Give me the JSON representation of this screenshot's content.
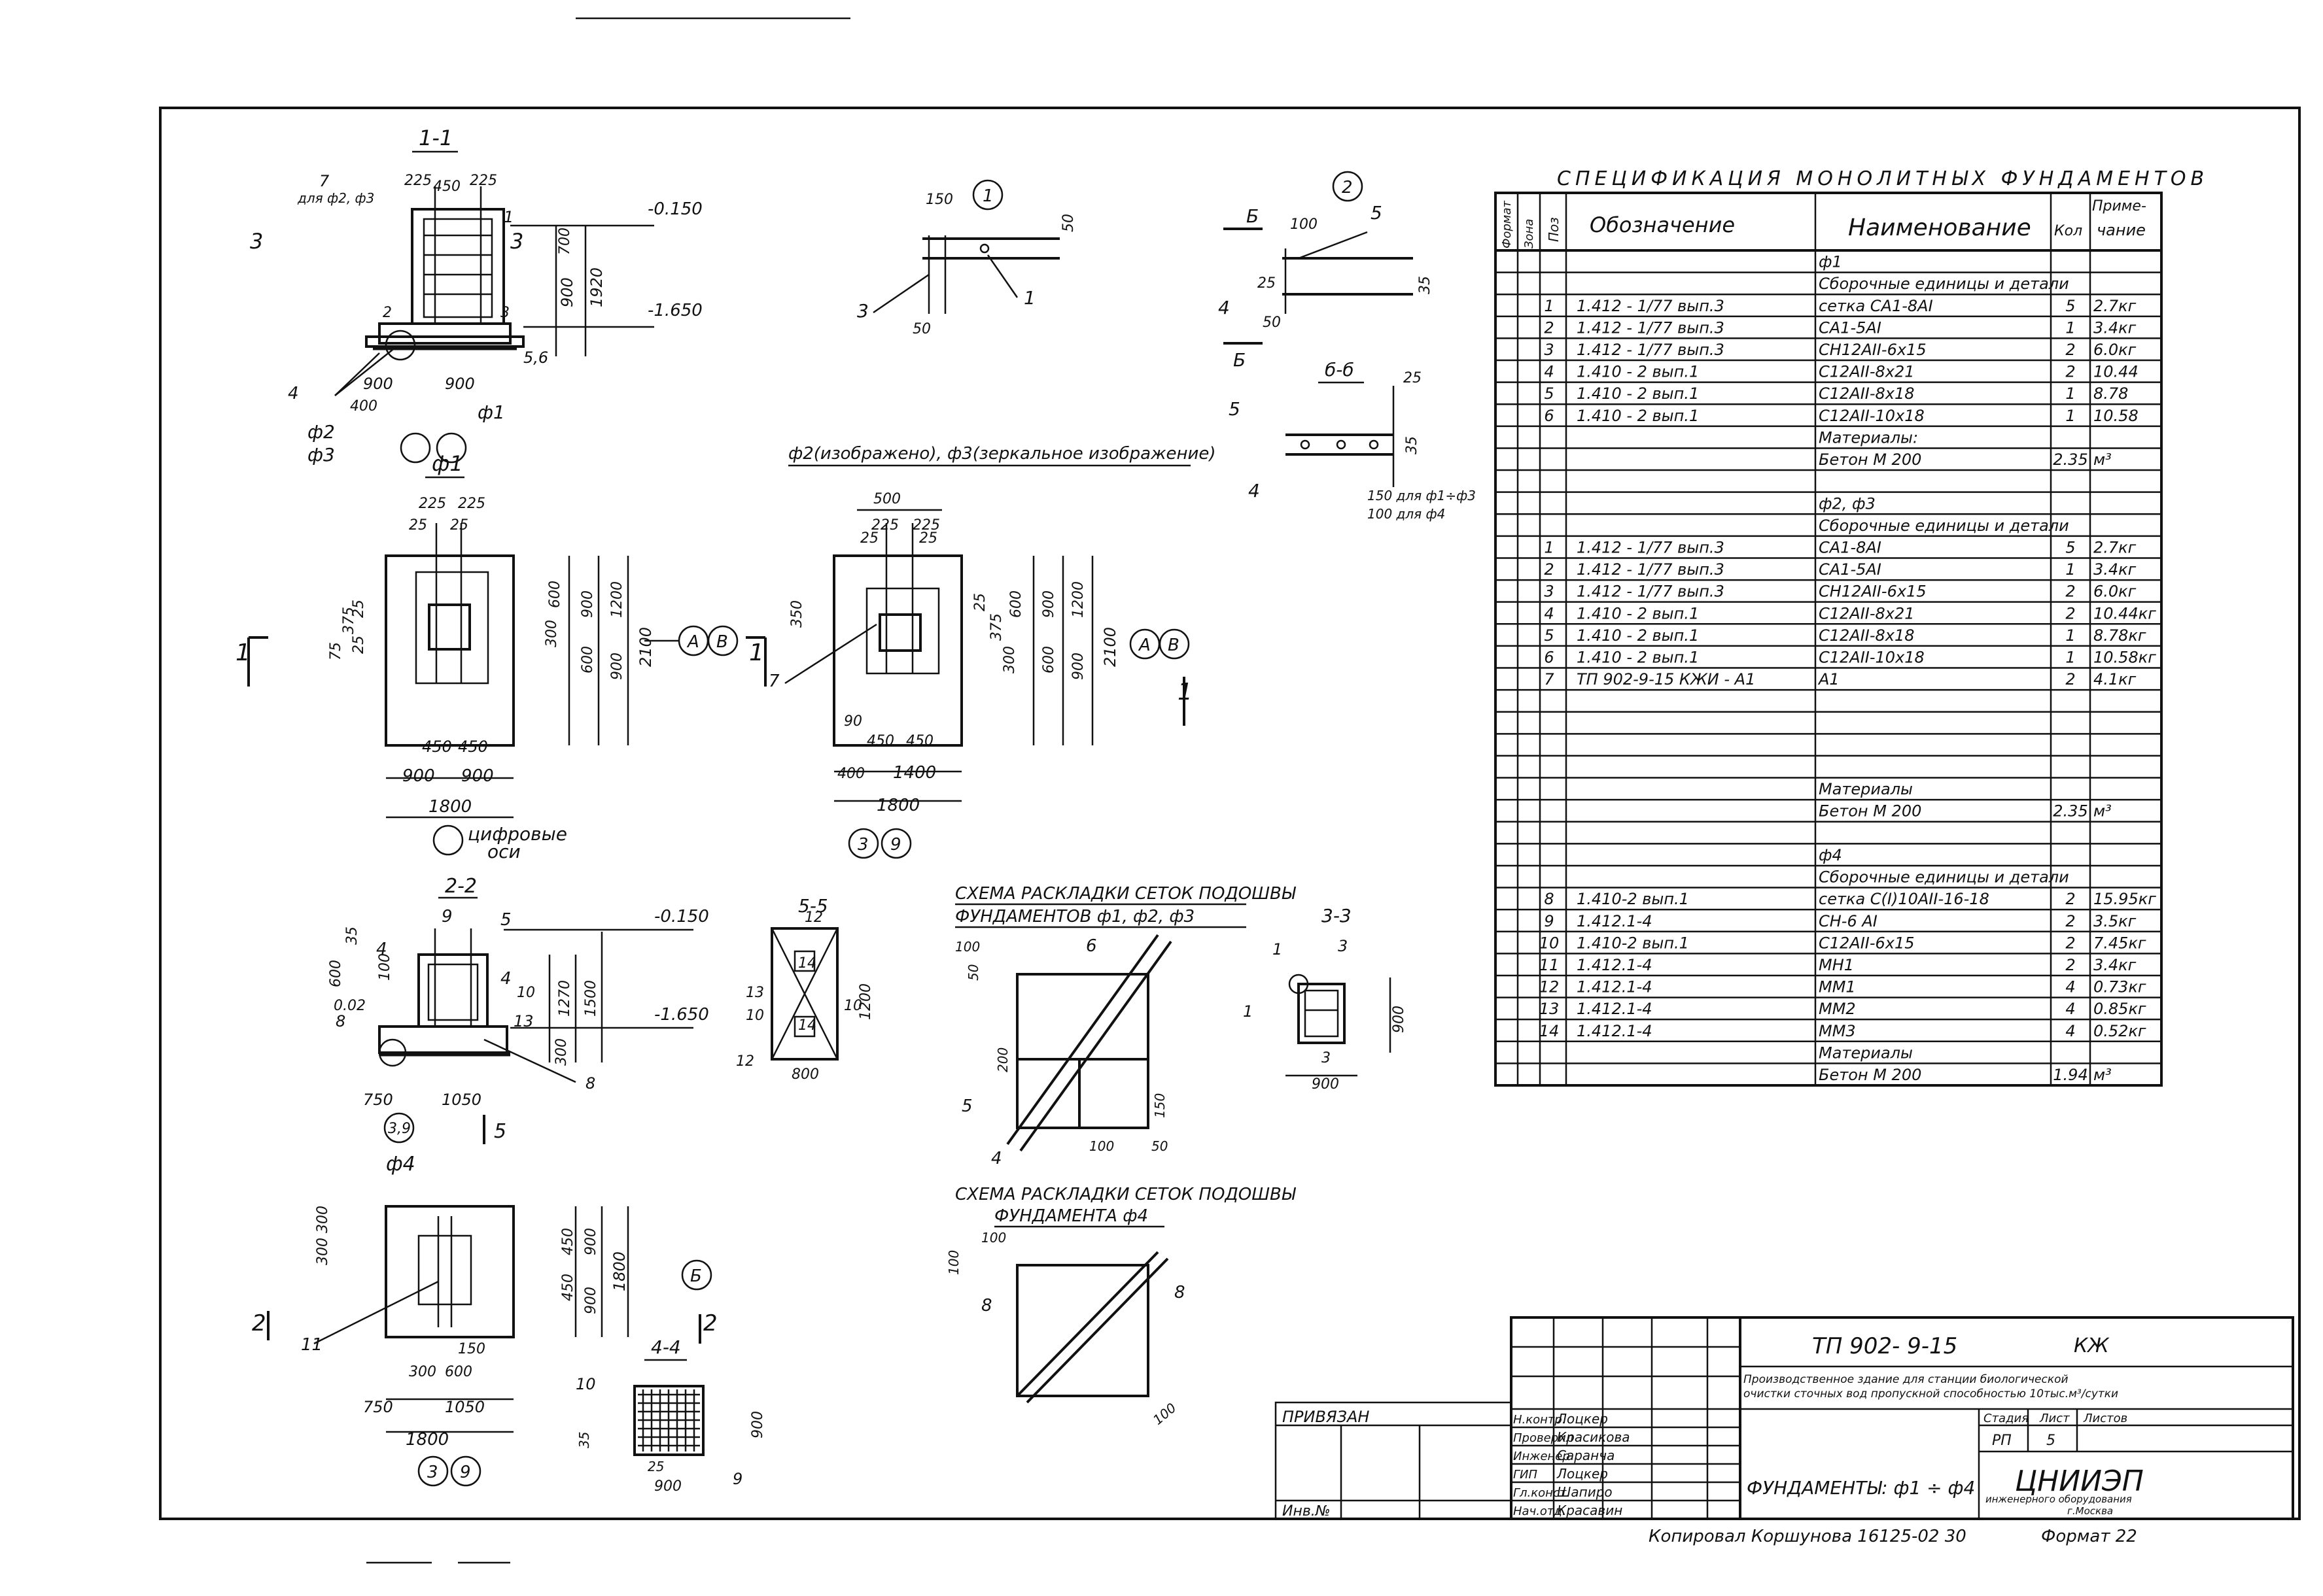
{
  "spec": {
    "title": "СПЕЦИФИКАЦИЯ МОНОЛИТНЫХ ФУНДАМЕНТОВ",
    "headers": {
      "format": "Формат",
      "zone": "Зона",
      "pos": "Поз",
      "designation": "Обозначение",
      "name": "Наименование",
      "qty": "Кол",
      "note": "Приме-\nчание"
    },
    "rows": [
      {
        "pos": "",
        "designation": "",
        "name": "ф1",
        "qty": "",
        "note": ""
      },
      {
        "pos": "",
        "designation": "",
        "name": "Сборочные единицы и детали",
        "qty": "",
        "note": ""
      },
      {
        "pos": "1",
        "designation": "1.412 - 1/77   вып.3",
        "name": "сетка   СА1-8АI",
        "qty": "5",
        "note": "2.7кг"
      },
      {
        "pos": "2",
        "designation": "1.412 - 1/77   вып.3",
        "name": "СА1-5АI",
        "qty": "1",
        "note": "3.4кг"
      },
      {
        "pos": "3",
        "designation": "1.412 - 1/77   вып.3",
        "name": "СН12АII-6х15",
        "qty": "2",
        "note": "6.0кг"
      },
      {
        "pos": "4",
        "designation": "1.410 - 2   вып.1",
        "name": "С12АII-8х21",
        "qty": "2",
        "note": "10.44"
      },
      {
        "pos": "5",
        "designation": "1.410 - 2   вып.1",
        "name": "С12АII-8х18",
        "qty": "1",
        "note": "8.78"
      },
      {
        "pos": "6",
        "designation": "1.410 - 2   вып.1",
        "name": "С12АII-10х18",
        "qty": "1",
        "note": "10.58"
      },
      {
        "pos": "",
        "designation": "",
        "name": "Материалы:",
        "qty": "",
        "note": ""
      },
      {
        "pos": "",
        "designation": "",
        "name": "Бетон  М 200",
        "qty": "2.35",
        "note": "м³"
      },
      {
        "pos": "",
        "designation": "",
        "name": "",
        "qty": "",
        "note": ""
      },
      {
        "pos": "",
        "designation": "",
        "name": "ф2, ф3",
        "qty": "",
        "note": ""
      },
      {
        "pos": "",
        "designation": "",
        "name": "Сборочные единицы и детали",
        "qty": "",
        "note": ""
      },
      {
        "pos": "1",
        "designation": "1.412 - 1/77   вып.3",
        "name": "СА1-8АI",
        "qty": "5",
        "note": "2.7кг"
      },
      {
        "pos": "2",
        "designation": "1.412 - 1/77   вып.3",
        "name": "СА1-5АI",
        "qty": "1",
        "note": "3.4кг"
      },
      {
        "pos": "3",
        "designation": "1.412 - 1/77   вып.3",
        "name": "СН12АII-6х15",
        "qty": "2",
        "note": "6.0кг"
      },
      {
        "pos": "4",
        "designation": "1.410 - 2   вып.1",
        "name": "С12АII-8х21",
        "qty": "2",
        "note": "10.44кг"
      },
      {
        "pos": "5",
        "designation": "1.410 - 2   вып.1",
        "name": "С12АII-8х18",
        "qty": "1",
        "note": "8.78кг"
      },
      {
        "pos": "6",
        "designation": "1.410 - 2   вып.1",
        "name": "С12АII-10х18",
        "qty": "1",
        "note": "10.58кг"
      },
      {
        "pos": "7",
        "designation": "ТП 902-9-15   КЖИ - А1",
        "name": "А1",
        "qty": "2",
        "note": "4.1кг"
      },
      {
        "pos": "",
        "designation": "",
        "name": "",
        "qty": "",
        "note": ""
      },
      {
        "pos": "",
        "designation": "",
        "name": "",
        "qty": "",
        "note": ""
      },
      {
        "pos": "",
        "designation": "",
        "name": "",
        "qty": "",
        "note": ""
      },
      {
        "pos": "",
        "designation": "",
        "name": "",
        "qty": "",
        "note": ""
      },
      {
        "pos": "",
        "designation": "",
        "name": "Материалы",
        "qty": "",
        "note": ""
      },
      {
        "pos": "",
        "designation": "",
        "name": "Бетон  М 200",
        "qty": "2.35",
        "note": "м³"
      },
      {
        "pos": "",
        "designation": "",
        "name": "",
        "qty": "",
        "note": ""
      },
      {
        "pos": "",
        "designation": "",
        "name": "ф4",
        "qty": "",
        "note": ""
      },
      {
        "pos": "",
        "designation": "",
        "name": "Сборочные единицы и детали",
        "qty": "",
        "note": ""
      },
      {
        "pos": "8",
        "designation": "1.410-2  вып.1",
        "name": "сетка   С(I)10АII-16-18",
        "qty": "2",
        "note": "15.95кг"
      },
      {
        "pos": "9",
        "designation": "1.412.1-4",
        "name": "СН-6 АI",
        "qty": "2",
        "note": "3.5кг"
      },
      {
        "pos": "10",
        "designation": "1.410-2  вып.1",
        "name": "С12АII-6х15",
        "qty": "2",
        "note": "7.45кг"
      },
      {
        "pos": "11",
        "designation": "1.412.1-4",
        "name": "МН1",
        "qty": "2",
        "note": "3.4кг"
      },
      {
        "pos": "12",
        "designation": "1.412.1-4",
        "name": "ММ1",
        "qty": "4",
        "note": "0.73кг"
      },
      {
        "pos": "13",
        "designation": "1.412.1-4",
        "name": "ММ2",
        "qty": "4",
        "note": "0.85кг"
      },
      {
        "pos": "14",
        "designation": "1.412.1-4",
        "name": "ММ3",
        "qty": "4",
        "note": "0.52кг"
      },
      {
        "pos": "",
        "designation": "",
        "name": "Материалы",
        "qty": "",
        "note": ""
      },
      {
        "pos": "",
        "designation": "",
        "name": "Бетон  М 200",
        "qty": "1.94",
        "note": "м³"
      }
    ]
  },
  "titleblock": {
    "code": "ТП 902- 9-15",
    "mark": "КЖ",
    "project": "Производственное здание для станции биологической очистки сточных вод пропускной способностью 10тыс.м³/сутки",
    "stage_label": "Стадия",
    "sheet_label": "Лист",
    "sheets_label": "Листов",
    "stage": "РП",
    "sheet": "5",
    "sheet_title": "ФУНДАМЕНТЫ: ф1 ÷ ф4",
    "org": "ЦНИИЭП",
    "org_sub": "инженерного оборудования г.Москва",
    "privyazan": "ПРИВЯЗАН",
    "inv": "Инв.№",
    "roles": [
      "Н.контр.",
      "Проверил",
      "Инженер",
      "ГИП",
      "Гл.конст.",
      "Нач.отд."
    ],
    "names": [
      "Лоцкер",
      "Красикова",
      "Саранча",
      "Лоцкер",
      "Шапиро",
      "Красавин"
    ],
    "footer": "Копировал  Коршунова  16125-02  30",
    "format": "Формат 22"
  },
  "drawing": {
    "sec11": "1-1",
    "sec22": "2-2",
    "sec33": "3-3",
    "sec44": "4-4",
    "sec55": "5-5",
    "sec66": "б-б",
    "f1": "ф1",
    "f4": "ф4",
    "f23": "ф2(изображено), ф3(зеркальное изображение)",
    "scheme1a": "СХЕМА РАСКЛАДКИ СЕТОК ПОДОШВЫ",
    "scheme1b": "ФУНДАМЕНТОВ  ф1, ф2, ф3",
    "scheme2a": "СХЕМА РАСКЛАДКИ СЕТОК ПОДОШВЫ",
    "scheme2b": "ФУНДАМЕНТА ф4",
    "axes_note": "цифровые оси",
    "elev1": "-0.150",
    "elev2": "-1.650",
    "dim1800": "1800",
    "dim2100": "2100",
    "dim1200": "1200",
    "dim900": "900",
    "dim450": "450",
    "dim1400": "1400",
    "dim750": "750",
    "dim1050": "1050",
    "dim600": "600",
    "dim300": "300",
    "dim225": "225",
    "dim25": "25",
    "dim400": "400",
    "dim150": "150",
    "dim100": "100",
    "dim50": "50",
    "dim35": "35",
    "dim800": "800",
    "dim1920": "1920",
    "dim700": "700",
    "dim1500": "1500",
    "dim1270": "1270",
    "dim500": "500",
    "dim200": "200",
    "dim350": "350",
    "dim375": "375",
    "dim75": "75",
    "dim90": "90",
    "note_f1f3": "для ф1÷ф3",
    "note_f4": "для ф4",
    "note_f2f3": "для ф2, ф3",
    "axisA": "А",
    "axisB": "Б",
    "axisV": "В",
    "ax1": "1",
    "ax2": "2",
    "ax3": "3",
    "ax4": "4",
    "ax5": "5",
    "ax6": "6",
    "ax7": "7",
    "ax8": "8",
    "ax9": "9",
    "ax10": "10",
    "ax11": "11",
    "ax12": "12",
    "ax13": "13",
    "ax14": "14",
    "f2lbl": "ф2",
    "f3lbl": "ф3",
    "f1lbl": "ф1",
    "d002": "0.02"
  }
}
